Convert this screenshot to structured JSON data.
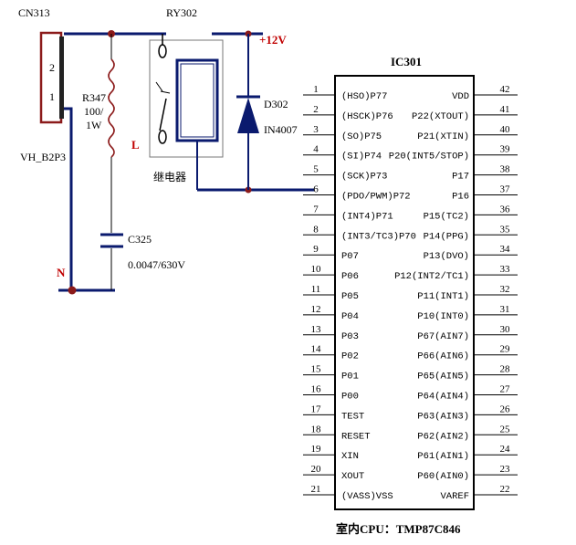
{
  "connector": {
    "ref": "CN313",
    "part": "VH_B2P3",
    "pin_top": "2",
    "pin_bottom": "1"
  },
  "resistor": {
    "ref": "R347",
    "value1": "100/",
    "value2": "1W"
  },
  "capacitor": {
    "ref": "C325",
    "value": "0.0047/630V"
  },
  "relay": {
    "ref": "RY302",
    "caption": "继电器",
    "coil_label": "L"
  },
  "diode": {
    "ref": "D302",
    "part": "IN4007"
  },
  "supply": {
    "label": "+12V"
  },
  "neutral": {
    "label": "N"
  },
  "ic": {
    "ref": "IC301",
    "caption": "室内CPU：TMP87C846",
    "left_pins": [
      {
        "num": "1",
        "name": "(HSO)P77"
      },
      {
        "num": "2",
        "name": "(HSCK)P76"
      },
      {
        "num": "3",
        "name": "(SO)P75"
      },
      {
        "num": "4",
        "name": "(SI)P74"
      },
      {
        "num": "5",
        "name": "(SCK)P73"
      },
      {
        "num": "6",
        "name": "(PDO/PWM)P72"
      },
      {
        "num": "7",
        "name": "(INT4)P71"
      },
      {
        "num": "8",
        "name": "(INT3/TC3)P70"
      },
      {
        "num": "9",
        "name": "P07"
      },
      {
        "num": "10",
        "name": "P06"
      },
      {
        "num": "11",
        "name": "P05"
      },
      {
        "num": "12",
        "name": "P04"
      },
      {
        "num": "13",
        "name": "P03"
      },
      {
        "num": "14",
        "name": "P02"
      },
      {
        "num": "15",
        "name": "P01"
      },
      {
        "num": "16",
        "name": "P00"
      },
      {
        "num": "17",
        "name": "TEST"
      },
      {
        "num": "18",
        "name": "RESET"
      },
      {
        "num": "19",
        "name": "XIN"
      },
      {
        "num": "20",
        "name": "XOUT"
      },
      {
        "num": "21",
        "name": "(VASS)VSS"
      }
    ],
    "right_pins": [
      {
        "num": "42",
        "name": "VDD"
      },
      {
        "num": "41",
        "name": "P22(XTOUT)"
      },
      {
        "num": "40",
        "name": "P21(XTIN)"
      },
      {
        "num": "39",
        "name": "P20(INT5/STOP)"
      },
      {
        "num": "38",
        "name": "P17"
      },
      {
        "num": "37",
        "name": "P16"
      },
      {
        "num": "36",
        "name": "P15(TC2)"
      },
      {
        "num": "35",
        "name": "P14(PPG)"
      },
      {
        "num": "34",
        "name": "P13(DVO)"
      },
      {
        "num": "33",
        "name": "P12(INT2/TC1)"
      },
      {
        "num": "32",
        "name": "P11(INT1)"
      },
      {
        "num": "31",
        "name": "P10(INT0)"
      },
      {
        "num": "30",
        "name": "P67(AIN7)"
      },
      {
        "num": "29",
        "name": "P66(AIN6)"
      },
      {
        "num": "28",
        "name": "P65(AIN5)"
      },
      {
        "num": "27",
        "name": "P64(AIN4)"
      },
      {
        "num": "26",
        "name": "P63(AIN3)"
      },
      {
        "num": "25",
        "name": "P62(AIN2)"
      },
      {
        "num": "24",
        "name": "P61(AIN1)"
      },
      {
        "num": "23",
        "name": "P60(AIN0)"
      },
      {
        "num": "22",
        "name": "VAREF"
      }
    ]
  }
}
